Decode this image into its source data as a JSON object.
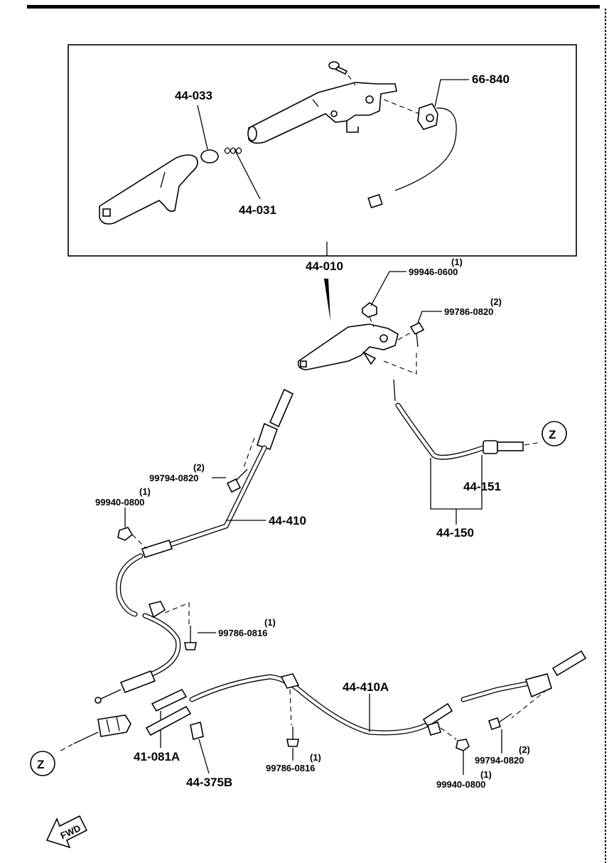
{
  "labels": {
    "lever_knob": "44-033",
    "spring": "44-031",
    "switch": "66-840",
    "lever_assy": "44-010",
    "nut_top": "99946-0600",
    "nut_top_qty": "(1)",
    "bolt_top": "99786-0820",
    "bolt_top_qty": "(2)",
    "front_cable": "44-151",
    "front_cable_assy": "44-150",
    "bolt_left_upper": "99794-0820",
    "bolt_left_upper_qty": "(2)",
    "nut_left": "99940-0800",
    "nut_left_qty": "(1)",
    "rear_cable_left": "44-410",
    "screw_left": "99786-0816",
    "screw_left_qty": "(1)",
    "rear_cable_right": "44-410A",
    "equalizer": "41-081A",
    "bracket": "44-375B",
    "screw_mid": "99786-0816",
    "screw_mid_qty": "(1)",
    "bolt_right": "99794-0820",
    "bolt_right_qty": "(2)",
    "nut_right": "99940-0800",
    "nut_right_qty": "(1)",
    "ref_z_upper": "Z",
    "ref_z_lower": "Z",
    "fwd": "FWD"
  },
  "colors": {
    "ink": "#000000",
    "paper": "#ffffff"
  }
}
